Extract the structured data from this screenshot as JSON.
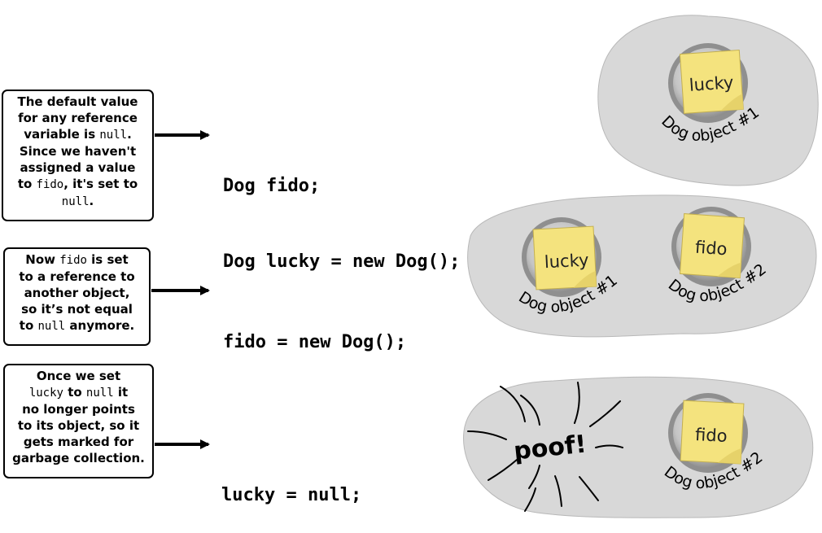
{
  "steps": [
    {
      "callout": {
        "line1": "The default value",
        "line2": "for any reference",
        "line3_text": "variable is ",
        "line3_code": "null",
        "line3_end": ".",
        "line4": "Since we haven't",
        "line5": "assigned a value",
        "line6_pre": "to ",
        "line6_code": "fido",
        "line6_post": ", it's set to",
        "line7_code": "null",
        "line7_end": "."
      },
      "code": [
        "Dog fido;",
        "Dog lucky = new Dog();"
      ]
    },
    {
      "callout": {
        "line1_pre": "Now ",
        "line1_code": "fido",
        "line1_post": " is set",
        "line2": "to a reference to",
        "line3": "another object,",
        "line4": "so it’s not equal",
        "line5_pre": "to ",
        "line5_code": "null",
        "line5_post": " anymore."
      },
      "code": [
        "fido = new Dog();"
      ]
    },
    {
      "callout": {
        "line1": "Once we set",
        "line2_code1": "lucky",
        "line2_mid": " to ",
        "line2_code2": "null",
        "line2_post": " it",
        "line3": "no longer points",
        "line4": "to its object, so it",
        "line5": "gets marked for",
        "line6": "garbage collection."
      },
      "code": [
        "lucky = null;"
      ]
    }
  ],
  "heaps": {
    "heap1": {
      "note": "lucky",
      "label": "Dog object #1"
    },
    "heap2": {
      "note_a": "lucky",
      "label_a": "Dog object #1",
      "note_b": "fido",
      "label_b": "Dog object #2"
    },
    "heap3": {
      "poof": "poof!",
      "note_b": "fido",
      "label_b": "Dog object #2"
    }
  },
  "colors": {
    "heap_fill": "#d8d8d8",
    "note_fill": "#f4e37e",
    "button_ring": "#9a9a9a"
  }
}
